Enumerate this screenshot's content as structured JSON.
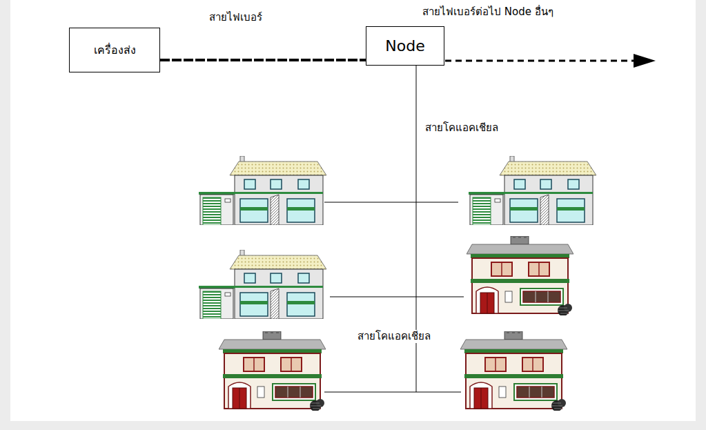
{
  "diagram": {
    "nodes": [
      {
        "text": [
          "เครื่องส่ง"
        ]
      },
      {
        "text": [
          "Node"
        ]
      }
    ],
    "edges": [
      {
        "from": 0,
        "to": 1,
        "arrow": "none",
        "label": "สายไฟเบอร์"
      }
    ],
    "labels": [
      "สายไฟเบอร์ต่อไป Node อื่นๆ",
      "สายโคแอคเชียล",
      "สายโคแอคเชียล"
    ]
  }
}
